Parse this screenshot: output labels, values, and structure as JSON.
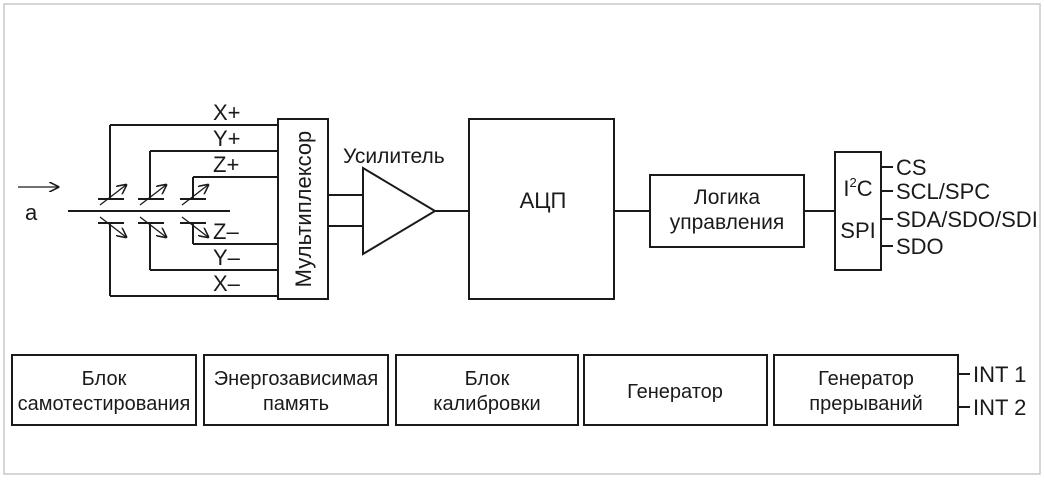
{
  "sensor": {
    "input_label": "a",
    "axes_pos": [
      "X+",
      "Y+",
      "Z+"
    ],
    "axes_neg": [
      "Z–",
      "Y–",
      "X–"
    ]
  },
  "blocks": {
    "multiplexer": "Мультиплексор",
    "amplifier": "Усилитель",
    "adc": "АЦП",
    "logic_line1": "Логика",
    "logic_line2": "управления",
    "i2c_i": "I",
    "i2c_sup": "2",
    "i2c_c": "C",
    "spi": "SPI"
  },
  "pins": [
    "CS",
    "SCL/SPC",
    "SDA/SDO/SDI",
    "SDO"
  ],
  "bottom_blocks": [
    {
      "line1": "Блок",
      "line2": "самотестирования"
    },
    {
      "line1": "Энергозависимая",
      "line2": "память"
    },
    {
      "line1": "Блок",
      "line2": "калибровки"
    },
    {
      "line1": "Генератор",
      "line2": ""
    },
    {
      "line1": "Генератор",
      "line2": "прерываний"
    }
  ],
  "interrupts": [
    "INT 1",
    "INT 2"
  ]
}
